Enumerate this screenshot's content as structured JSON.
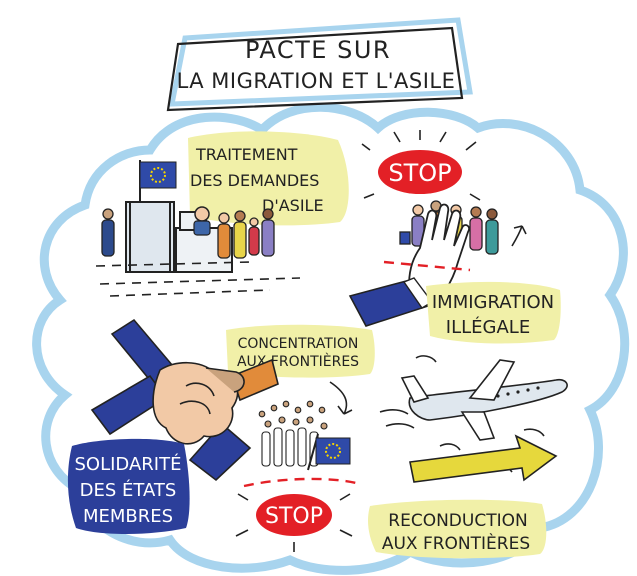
{
  "title": {
    "line1": "PACTE SUR",
    "line2": "LA MIGRATION ET L'ASILE"
  },
  "sections": {
    "asylum_processing": [
      "TRAITEMENT",
      "DES DEMANDES",
      "D'ASILE"
    ],
    "illegal_immigration": [
      "IMMIGRATION",
      "ILLÉGALE"
    ],
    "border_concentration": [
      "CONCENTRATION",
      "AUX FRONTIÈRES"
    ],
    "solidarity": [
      "SOLIDARITÉ",
      "DES ÉTATS",
      "MEMBRES"
    ],
    "return_at_border": [
      "RECONDUCTION",
      "AUX FRONTIÈRES"
    ]
  },
  "stop_signs": {
    "top": "STOP",
    "bottom": "STOP"
  },
  "icons": [
    "eu-flag-icon",
    "stop-hand-icon",
    "airplane-icon",
    "arrow-icon",
    "handshake-icon"
  ],
  "colors": {
    "cloud_outline": "#a8d4ee",
    "highlight_yellow": "#f1f0a8",
    "stop_red": "#e32026",
    "eu_blue": "#2f4aa8",
    "eu_star": "#f6d400",
    "solidarity_blue": "#2c3f9a",
    "arrow_yellow": "#e6d83c"
  }
}
